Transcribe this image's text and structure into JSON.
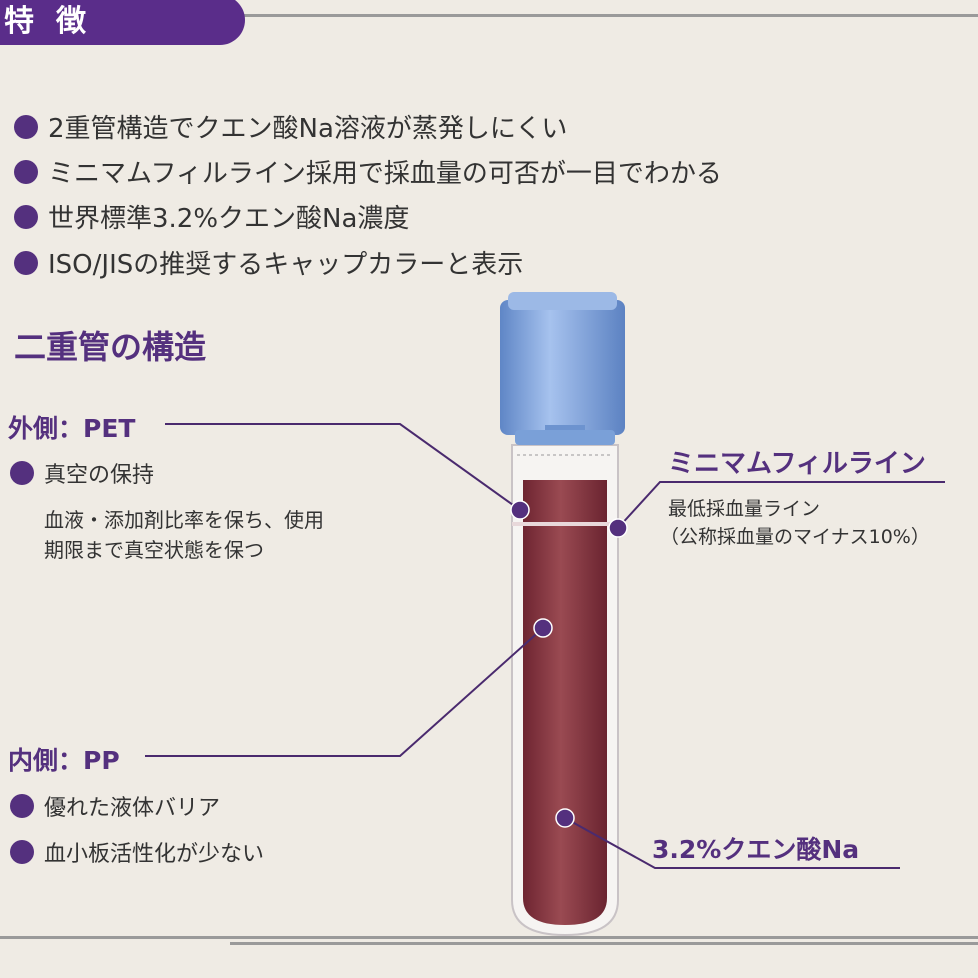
{
  "header": {
    "title": "特徴"
  },
  "features": [
    "2重管構造でクエン酸Na溶液が蒸発しにくい",
    "ミニマムフィルライン採用で採血量の可否が一目でわかる",
    "世界標準3.2%クエン酸Na濃度",
    "ISO/JISの推奨するキャップカラーと表示"
  ],
  "structure": {
    "heading": "二重管の構造",
    "outer": {
      "label": "外側：PET",
      "point": "真空の保持",
      "desc1": "血液・添加剤比率を保ち、使用",
      "desc2": "期限まで真空状態を保つ"
    },
    "inner": {
      "label": "内側：PP",
      "points": [
        "優れた液体バリア",
        "血小板活性化が少ない"
      ]
    },
    "fill_line": {
      "label": "ミニマムフィルライン",
      "desc1": "最低採血量ライン",
      "desc2": "（公称採血量のマイナス10%）"
    },
    "additive": {
      "label": "3.2%クエン酸Na"
    }
  },
  "colors": {
    "accent": "#54307e",
    "cap": "#7ea3da",
    "blood": "#8a3942",
    "background": "#efebe4"
  }
}
